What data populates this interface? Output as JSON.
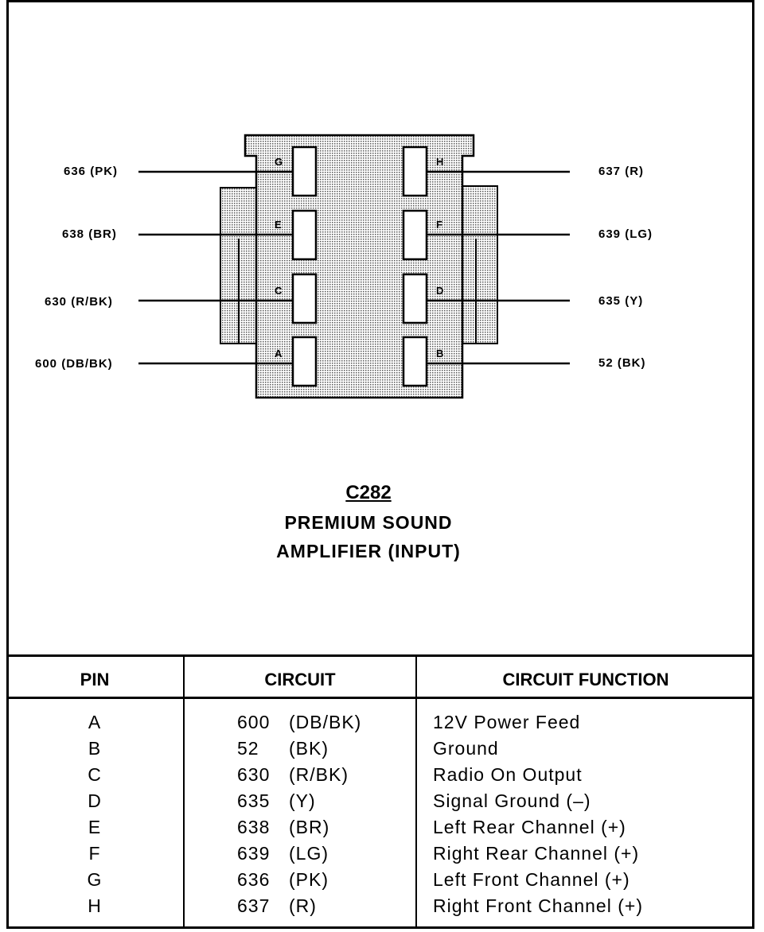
{
  "connector": {
    "code": "C282",
    "title_line1": "PREMIUM SOUND",
    "title_line2": "AMPLIFIER (INPUT)",
    "left_labels": [
      "636 (PK)",
      "638 (BR)",
      "630 (R/BK)",
      "600 (DB/BK)"
    ],
    "right_labels": [
      "637 (R)",
      "639 (LG)",
      "635 (Y)",
      "52 (BK)"
    ],
    "left_pins": [
      "G",
      "E",
      "C",
      "A"
    ],
    "right_pins": [
      "H",
      "F",
      "D",
      "B"
    ]
  },
  "table": {
    "headers": {
      "pin": "PIN",
      "circuit": "CIRCUIT",
      "function": "CIRCUIT FUNCTION"
    },
    "rows": [
      {
        "pin": "A",
        "circuit": "600",
        "color": "(DB/BK)",
        "function": "12V Power Feed"
      },
      {
        "pin": "B",
        "circuit": "52",
        "color": "(BK)",
        "function": "Ground"
      },
      {
        "pin": "C",
        "circuit": "630",
        "color": "(R/BK)",
        "function": "Radio On Output"
      },
      {
        "pin": "D",
        "circuit": "635",
        "color": "(Y)",
        "function": "Signal Ground (–)"
      },
      {
        "pin": "E",
        "circuit": "638",
        "color": "(BR)",
        "function": "Left Rear Channel (+)"
      },
      {
        "pin": "F",
        "circuit": "639",
        "color": "(LG)",
        "function": "Right Rear Channel (+)"
      },
      {
        "pin": "G",
        "circuit": "636",
        "color": "(PK)",
        "function": "Left Front Channel (+)"
      },
      {
        "pin": "H",
        "circuit": "637",
        "color": "(R)",
        "function": "Right Front Channel (+)"
      }
    ]
  }
}
